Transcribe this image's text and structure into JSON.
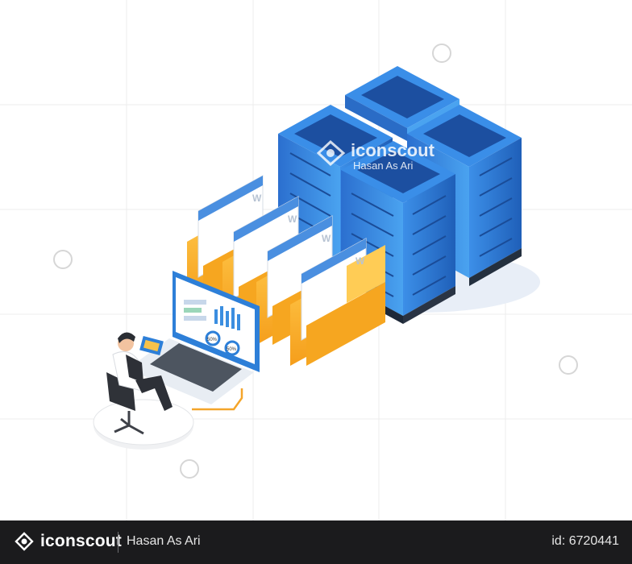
{
  "watermark": {
    "brand": "iconscout",
    "author": "Hasan As Ari"
  },
  "footer": {
    "brand": "iconscout",
    "author": "Hasan As Ari",
    "id": "id: 6720441"
  },
  "laptop_screen": {
    "gauge_left": "50%",
    "gauge_right": "50%"
  },
  "document_mark": "W",
  "colors": {
    "server_blue": "#2d7fd8",
    "server_top": "#1c4fa0",
    "folder_orange": "#f7b42c",
    "footer_bg": "#1b1b1d",
    "wire_orange": "#f4a52a"
  }
}
